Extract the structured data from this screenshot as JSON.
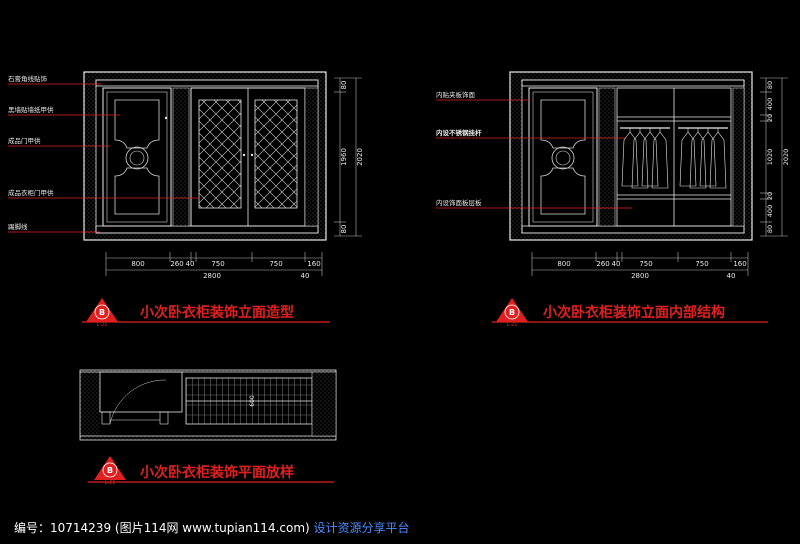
{
  "elevation_front": {
    "title": "小次卧衣柜装饰立面造型",
    "callouts": [
      "石膏角线贴饰",
      "黑墙贴墙纸甲供",
      "成品门甲供",
      "成品衣柜门甲供",
      "踢脚线"
    ],
    "dims_bottom": [
      "800",
      "260",
      "40",
      "750",
      "750",
      "160"
    ],
    "total": "2800",
    "dim_40": "40",
    "dims_right_inner": [
      "80",
      "1960",
      "80"
    ],
    "dim_right_outer": "2020"
  },
  "elevation_interior": {
    "title": "小次卧衣柜装饰立面内部结构",
    "callouts": [
      "内贴夹板饰面",
      "内设不锈钢挂杆",
      "内设饰面板层板"
    ],
    "dims_bottom": [
      "800",
      "260",
      "40",
      "750",
      "750",
      "160"
    ],
    "total": "2800",
    "dim_40": "40",
    "dims_right_inner": [
      "80",
      "400",
      "20",
      "1020",
      "20",
      "400",
      "80"
    ],
    "dim_right_outer": "2020"
  },
  "plan": {
    "title": "小次卧衣柜装饰平面放样",
    "dim_600": "600"
  },
  "badge": {
    "letter": "B",
    "sub": "L-21"
  },
  "footer": {
    "id_label": "编号：10714239 (图片114网 www.tupian114.com)",
    "platform": "设计资源分享平台"
  },
  "colors": {
    "background": "#000000",
    "line_white": "#e8e8e8",
    "line_red": "#e02020",
    "title_red": "#e02020",
    "dim_gray": "#b8b8b8",
    "hatch": "#666666"
  }
}
